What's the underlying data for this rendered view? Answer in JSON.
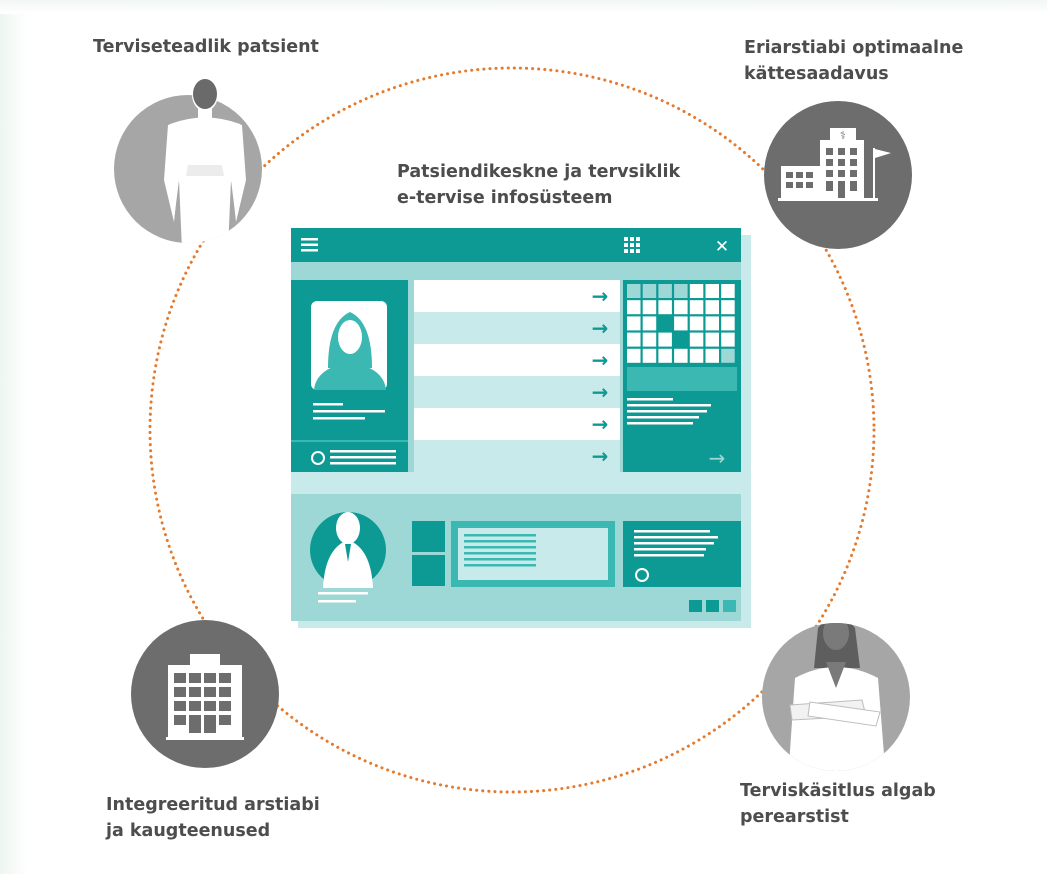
{
  "captions": {
    "patient": {
      "lines": [
        "Terviseteadlik patsient"
      ]
    },
    "specialist": {
      "lines": [
        "Eriarstiabi optimaalne",
        "kättesaadavus"
      ]
    },
    "system": {
      "lines": [
        "Patsiendikeskne ja tervsiklik",
        "e-tervise infosüsteem"
      ]
    },
    "integrated": {
      "lines": [
        "Integreeritud arstiabi",
        "ja kaugteenused"
      ]
    },
    "family_doctor": {
      "lines": [
        "Terviskäsitlus algab",
        "perearstist"
      ]
    }
  },
  "colors": {
    "teal_dark": "#0d9a94",
    "teal_mid": "#3cb8b2",
    "teal_light": "#9ed8d6",
    "teal_pale": "#c9eaea",
    "circle_gray": "#a6a6a6",
    "figure_gray": "#5e5e5e",
    "dotted_orange": "#e5792c",
    "text": "#4d4d4d"
  },
  "icons": {
    "patient": "person-icon",
    "specialist": "hospital-icon",
    "integrated": "clinic-building-icon",
    "family_doctor": "doctor-icon",
    "app_menu": "hamburger-menu-icon",
    "app_grid": "grid-icon",
    "app_close": "close-icon"
  },
  "app_window": {
    "list_rows": 6,
    "row_arrow": "→",
    "close_glyph": "✕"
  }
}
